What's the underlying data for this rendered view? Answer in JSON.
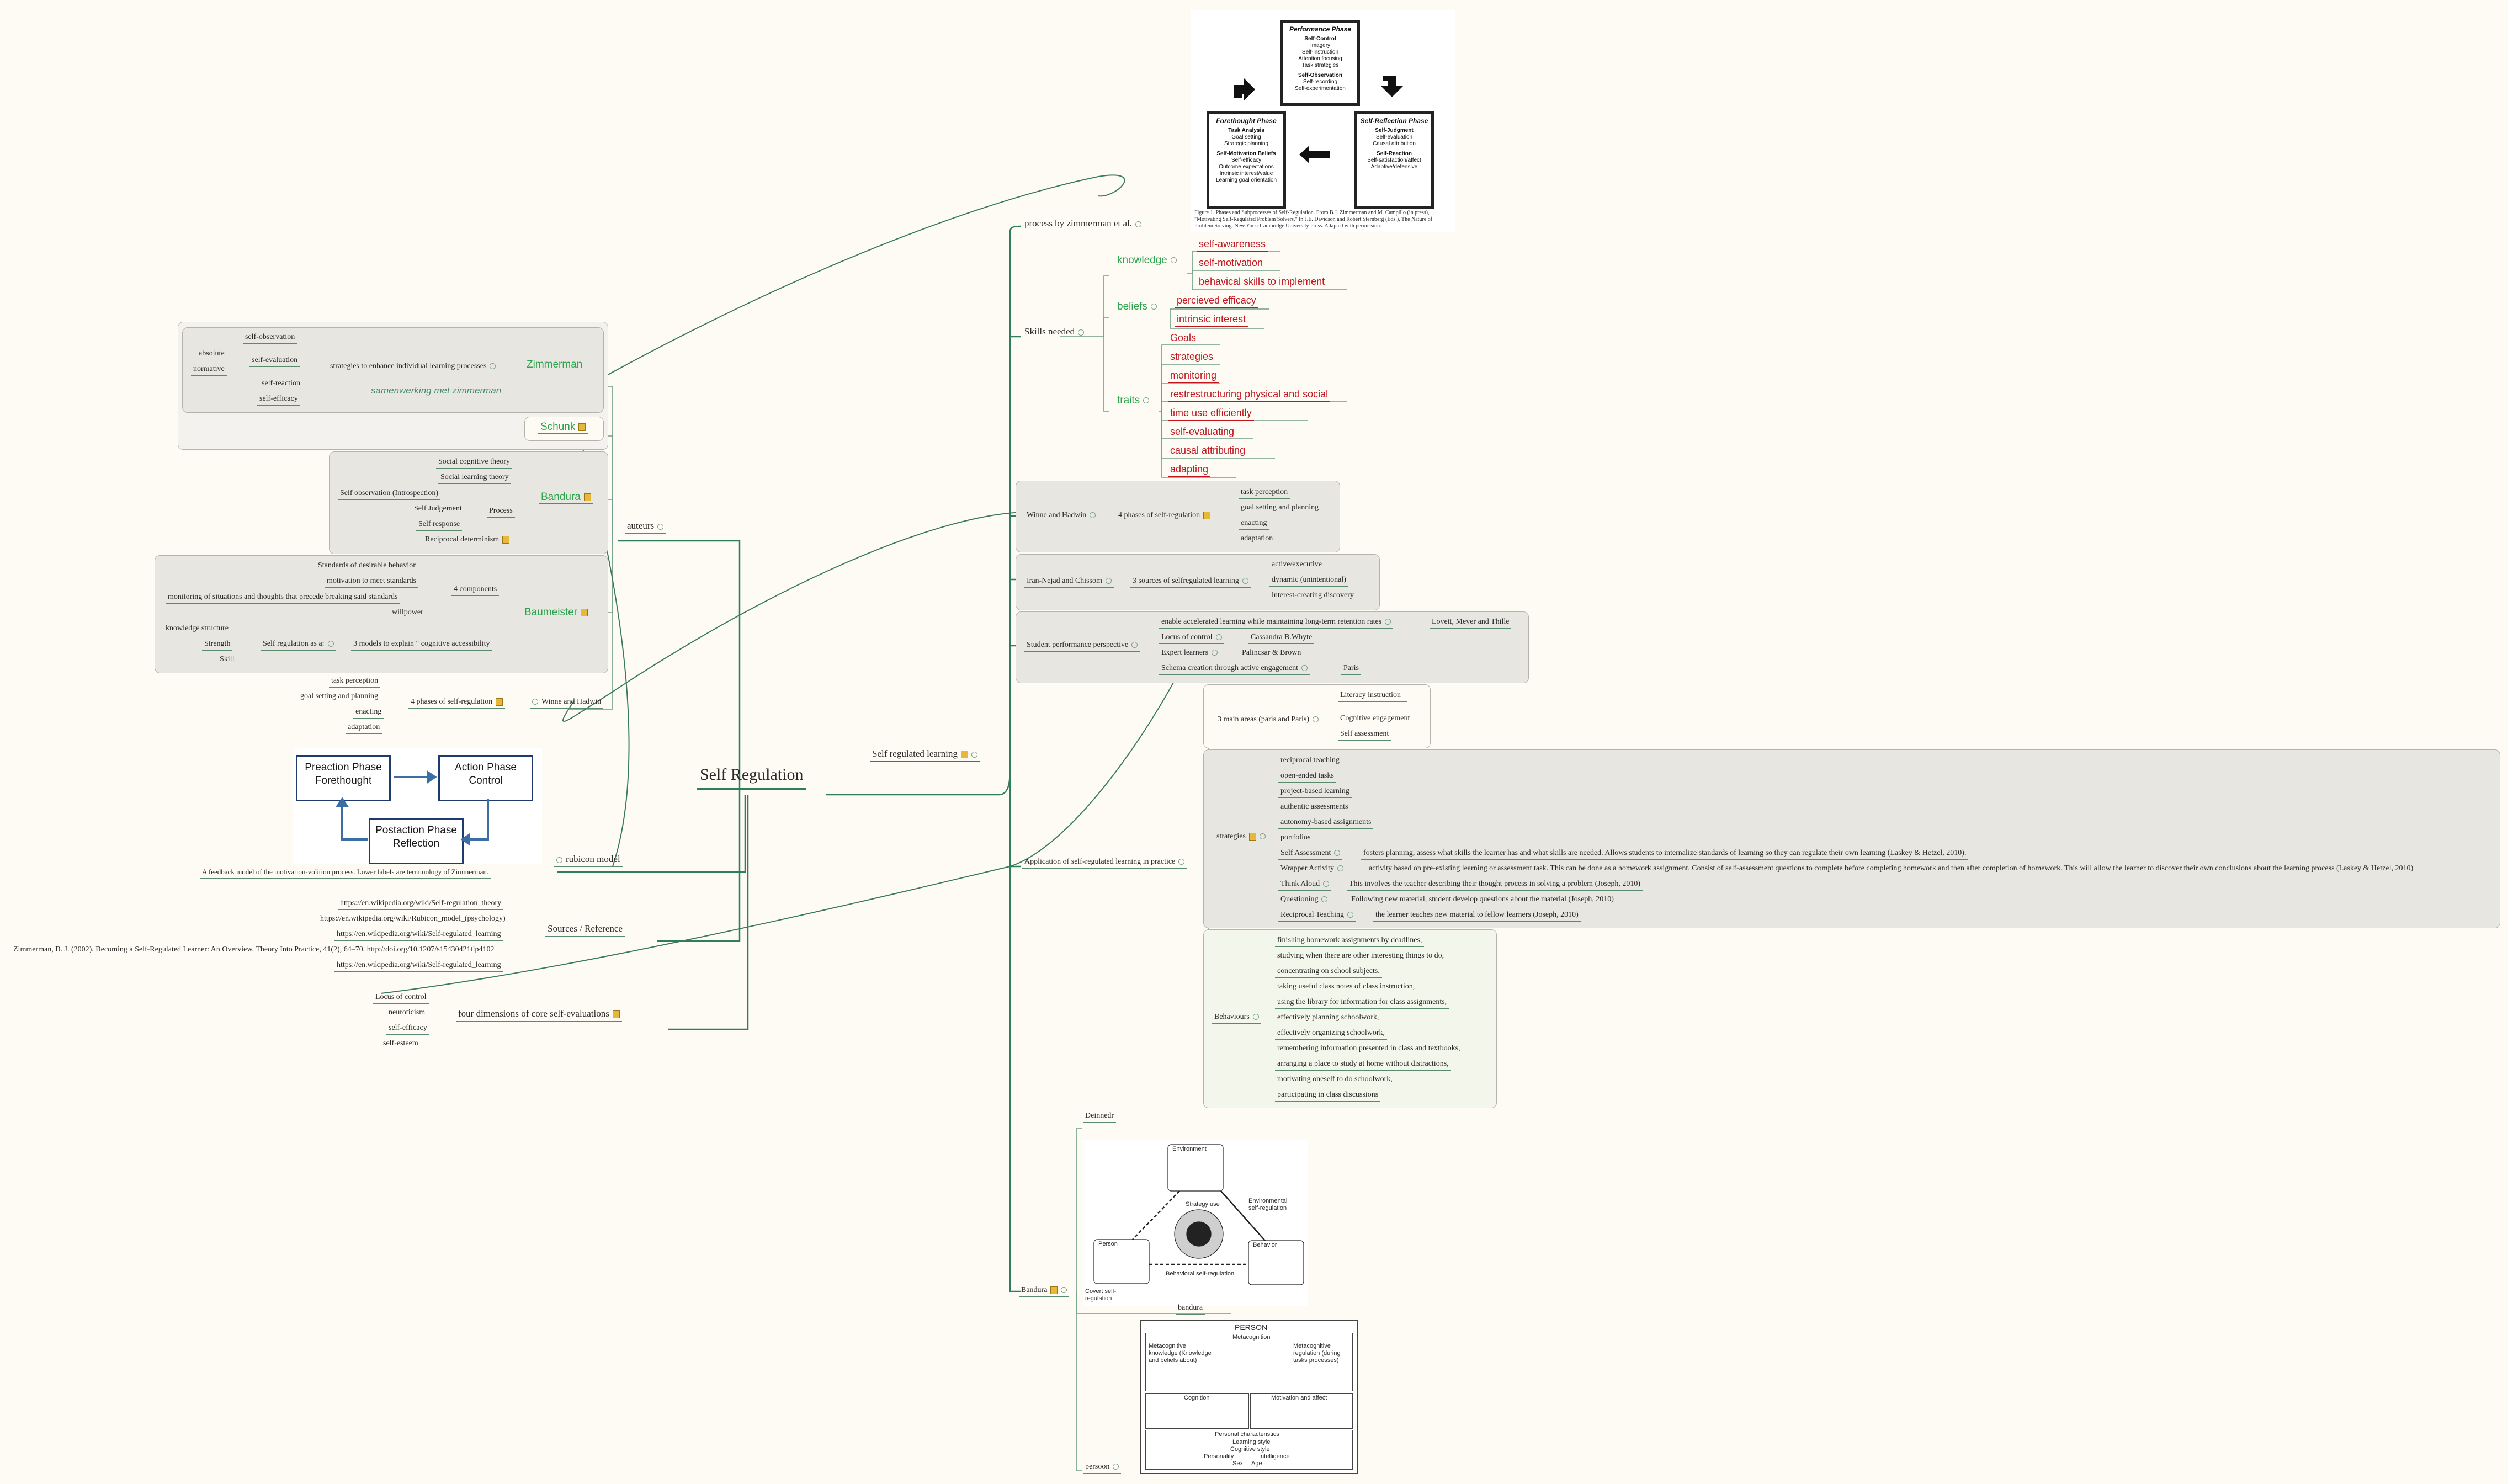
{
  "central": "Self Regulation",
  "auteurs": {
    "label": "auteurs",
    "zimmerman": {
      "label": "Zimmerman",
      "process": "strategies to enhance individual learning processes",
      "children": [
        "self-observation",
        "self-evaluation",
        "self-reaction",
        "self-efficacy"
      ],
      "eval_children": [
        "absolute",
        "normative"
      ]
    },
    "relation": "samenwerking met zimmerman",
    "schunk": "Schunk",
    "bandura": {
      "label": "Bandura",
      "items": [
        "Social cognitive theory",
        "Social learning theory",
        "Self observation (Introspection)",
        "Self Judgement",
        "Self response",
        "Reciprocal determinism"
      ],
      "process": "Process"
    },
    "baumeister": {
      "label": "Baumeister",
      "components_label": "4 components",
      "components": [
        "Standards of desirable behavior",
        "motivation to meet standards",
        "monitoring of situations and thoughts that precede breaking said standards",
        "willpower"
      ],
      "models_label": "3 models to explain \" cognitive accessibility",
      "sr_label": "Self regulation as a:",
      "models": [
        "knowledge structure",
        "Strength",
        "Skill"
      ]
    },
    "winne": {
      "label": "Winne and Hadwin",
      "phases_label": "4 phases of self-regulation",
      "phases": [
        "task perception",
        "goal setting and planning",
        "enacting",
        "adaptation"
      ]
    }
  },
  "rubicon": {
    "label": "rubicon model",
    "caption": "A feedback model of the motivation-volition process. Lower labels are terminology of Zimmerman.",
    "preaction": "Preaction Phase Forethought",
    "action": "Action Phase Control",
    "postaction": "Postaction Phase Reflection"
  },
  "sources": {
    "label": "Sources / Reference",
    "items": [
      "https://en.wikipedia.org/wiki/Self-regulation_theory",
      "https://en.wikipedia.org/wiki/Rubicon_model_(psychology)",
      "https://en.wikipedia.org/wiki/Self-regulated_learning",
      "Zimmerman, B. J. (2002). Becoming a Self-Regulated Learner: An Overview. Theory Into Practice, 41(2), 64–70. http://doi.org/10.1207/s15430421tip4102",
      "https://en.wikipedia.org/wiki/Self-regulated_learning"
    ]
  },
  "four_dimensions": {
    "label": "four dimensions of core self-evaluations",
    "items": [
      "Locus of control",
      "neuroticism",
      "self-efficacy",
      "self-esteem"
    ]
  },
  "srl": {
    "label": "Self regulated learning",
    "process_label": "process by zimmerman et al.",
    "zimmerman_fig": {
      "performance": "Performance Phase",
      "performance_sub1": "Self-Control",
      "performance_lines1": [
        "Imagery",
        "Self-instruction",
        "Attention focusing",
        "Task strategies"
      ],
      "performance_sub2": "Self-Observation",
      "performance_lines2": [
        "Self-recording",
        "Self-experimentation"
      ],
      "forethought": "Forethought Phase",
      "fore_sub1": "Task Analysis",
      "fore_lines1": [
        "Goal setting",
        "Strategic planning"
      ],
      "fore_sub2": "Self-Motivation Beliefs",
      "fore_lines2": [
        "Self-efficacy",
        "Outcome expectations",
        "Intrinsic interest/value",
        "Learning goal orientation"
      ],
      "reflection": "Self-Reflection Phase",
      "refl_sub1": "Self-Judgment",
      "refl_lines1": [
        "Self-evaluation",
        "Causal attribution"
      ],
      "refl_sub2": "Self-Reaction",
      "refl_lines2": [
        "Self-satisfaction/affect",
        "Adaptive/defensive"
      ],
      "caption": "Figure 1. Phases and Subprocesses of Self-Regulation. From B.J. Zimmerman and M. Campillo (in press), \"Motivating Self-Regulated Problem Solvers.\" In J.E. Davidson and Robert Sternberg (Eds.), The Nature of Problem Solving. New York: Cambridge University Press. Adapted with permission."
    },
    "skills": {
      "label": "Skills needed",
      "knowledge": {
        "label": "knowledge",
        "items": [
          "self-awareness",
          "self-motivation",
          "behavical skills to implement"
        ]
      },
      "beliefs": {
        "label": "beliefs",
        "items": [
          "percieved efficacy",
          "intrinsic interest"
        ]
      },
      "traits": {
        "label": "traits",
        "items": [
          "Goals",
          "strategies",
          "monitoring",
          "restrestructuring physical and social",
          "time use efficiently",
          "self-evaluating",
          "causal attributing",
          "adapting"
        ]
      }
    },
    "winne": {
      "label": "Winne and Hadwin",
      "phases_label": "4 phases of self-regulation",
      "phases": [
        "task perception",
        "goal setting and planning",
        "enacting",
        "adaptation"
      ]
    },
    "iran": {
      "label": "Iran-Nejad and Chissom",
      "sources_label": "3 sources of selfregulated learning",
      "items": [
        "active/executive",
        "dynamic (unintentional)",
        "interest-creating discovery"
      ]
    },
    "perf": {
      "label": "Student performance perspective",
      "rows": [
        {
          "a": "enable accelerated learning while maintaining long-term retention rates",
          "b": "Lovett, Meyer and Thille"
        },
        {
          "a": "Locus of control",
          "b": "Cassandra B.Whyte"
        },
        {
          "a": "Expert learners",
          "b": "Palincsar & Brown"
        },
        {
          "a": "Schema creation through active engagement",
          "b": "Paris"
        }
      ]
    },
    "practice": {
      "label": "Application of self-regulated learning in practice",
      "areas_label": "3 main areas (paris and Paris)",
      "areas": [
        "Literacy instruction",
        "Cognitive engagement",
        "Self assessment"
      ],
      "strategies_label": "strategies",
      "strategies": [
        "reciprocal teaching",
        "open-ended tasks",
        "project-based learning",
        "authentic assessments",
        "autonomy-based assignments",
        "portfolios"
      ],
      "strategy_rows": [
        {
          "a": "Self Assessment",
          "b": "fosters planning, assess what skills the learner has and what skills are needed. Allows students to internalize standards of learning so they can regulate their own learning (Laskey & Hetzel, 2010)."
        },
        {
          "a": "Wrapper Activity",
          "b": "activity based on pre-existing learning or assessment task. This can be done as a homework assignment. Consist of self-assessment questions to complete before completing homework and then after completion of homework. This will allow the learner to discover their own conclusions about the learning process (Laskey & Hetzel, 2010)"
        },
        {
          "a": "Think Aloud",
          "b": "This involves the teacher describing their thought process in solving a problem (Joseph, 2010)"
        },
        {
          "a": "Questioning",
          "b": "Following new material, student develop questions about the material (Joseph, 2010)"
        },
        {
          "a": "Reciprocal Teaching",
          "b": "the learner teaches new material to fellow learners (Joseph, 2010)"
        }
      ],
      "behaviours_label": "Behaviours",
      "behaviours": [
        "finishing homework assignments by deadlines,",
        "studying when there are other interesting things to do,",
        "concentrating on school subjects,",
        "taking useful class notes of class instruction,",
        "using the library for information for class assignments,",
        "effectively planning schoolwork,",
        "effectively organizing schoolwork,",
        "remembering information presented in class and textbooks,",
        "arranging a place to study at home without distractions,",
        "motivating oneself to do schoolwork,",
        "participating in class discussions"
      ]
    },
    "bandura": {
      "label": "Bandura",
      "sub1": "Deinnedr",
      "sub2": "bandura",
      "sub3": "persoon",
      "fig1_labels": [
        "Environment",
        "Person",
        "Behavior",
        "Environmental self-regulation",
        "Covert self-regulation",
        "Behavioral self-regulation",
        "Strategy use"
      ],
      "fig2_title": "PERSON",
      "fig2_meta": "Metacognition",
      "fig2_meta_know": "Metacognitive knowledge (Knowledge and beliefs about)",
      "fig2_meta_reg": "Metacognitive regulation (during tasks processes)",
      "fig2_cog": "Cognition",
      "fig2_mot": "Motivation and affect",
      "fig2_personal": "Personal characteristics",
      "fig2_pc_items": [
        "Learning style",
        "Cognitive style",
        "Personality",
        "Intelligence",
        "Sex",
        "Age"
      ]
    }
  },
  "colors": {
    "edge": "#2e7d5b",
    "node_green": "#2ea44f",
    "node_red": "#c0141f",
    "rubicon_blue": "#3a6ea5"
  }
}
